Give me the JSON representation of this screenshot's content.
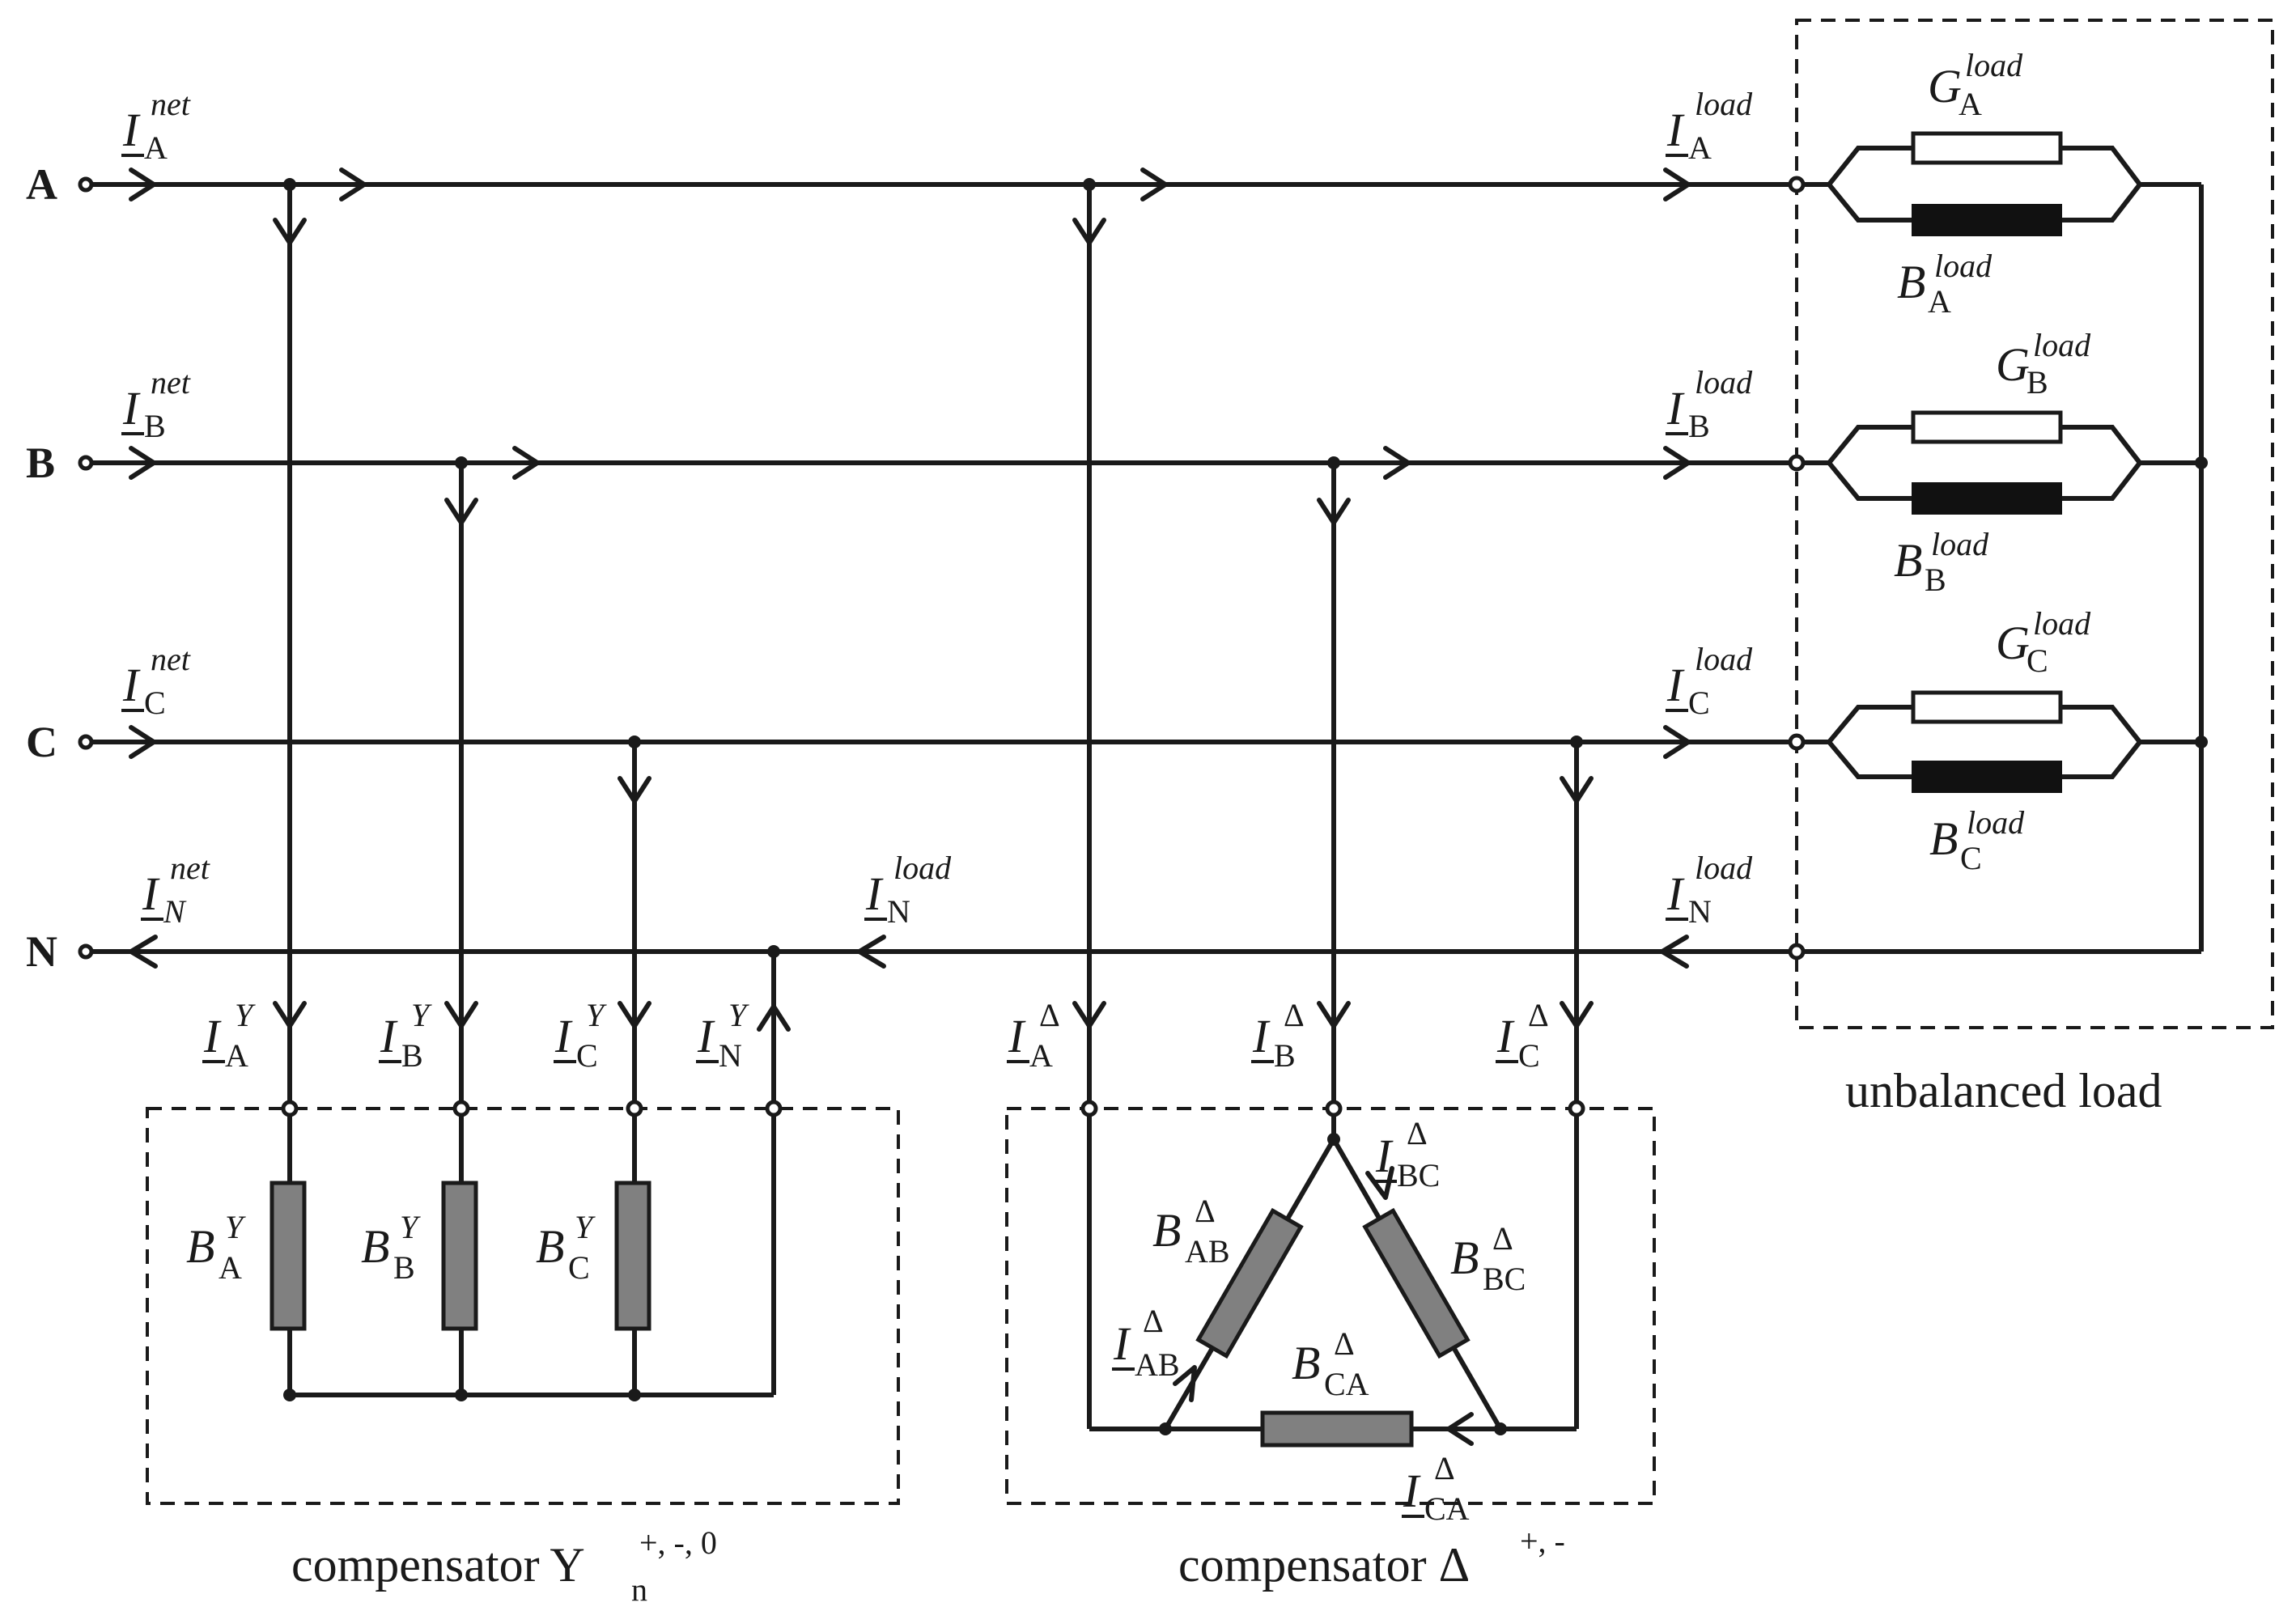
{
  "buses": {
    "A": "A",
    "B": "B",
    "C": "C",
    "N": "N"
  },
  "symbols": {
    "I": "I",
    "G": "G",
    "B": "B",
    "delta": "Δ"
  },
  "superscripts": {
    "net": "net",
    "load": "load",
    "Y": "Y",
    "delta": "Δ"
  },
  "subscripts": {
    "A": "A",
    "B": "B",
    "C": "C",
    "N": "N",
    "N_italic": "N",
    "AB": "AB",
    "BC": "BC",
    "CA": "CA"
  },
  "captions": {
    "unbalanced_load": "unbalanced load",
    "comp_y_text": "compensator Y",
    "comp_y_sub": "n",
    "comp_y_sup": "+, -, 0",
    "comp_d_text": "compensator Δ",
    "comp_d_sup": "+, -"
  }
}
